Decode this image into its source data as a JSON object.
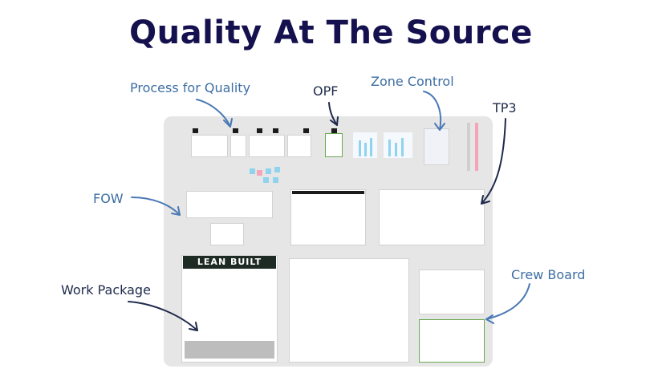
{
  "title": "Quality At The Source",
  "labels": {
    "process_for_quality": "Process for Quality",
    "opf": "OPF",
    "zone_control": "Zone Control",
    "tp3": "TP3",
    "fow": "FOW",
    "work_package": "Work Package",
    "crew_board": "Crew Board"
  },
  "board": {
    "banner": "LEAN BUILT"
  },
  "colors": {
    "title": "#15114f",
    "label_blue": "#3d6ea3",
    "label_navy": "#1d2a4a",
    "board": "#e6e6e6",
    "arrow_blue": "#4a79b5",
    "arrow_navy": "#1d2a4a"
  }
}
